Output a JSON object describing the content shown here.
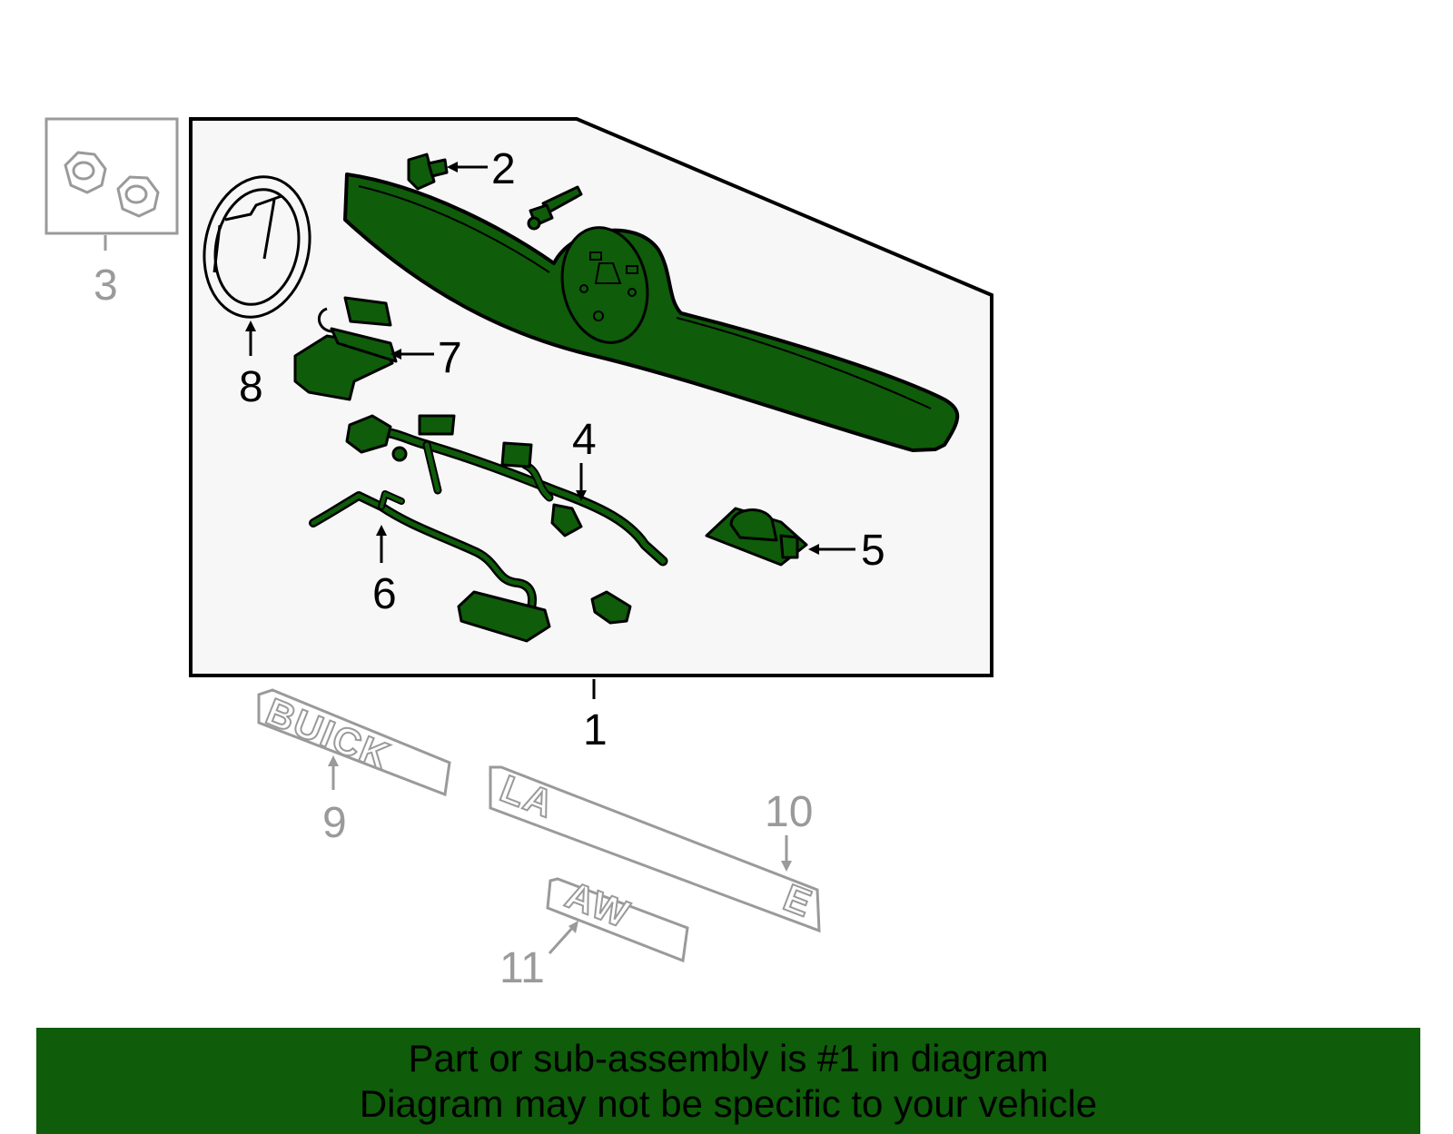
{
  "colors": {
    "part_fill": "#0f5c0a",
    "highlight_box_fill": "#f7f7f7",
    "greyed_parts": "#9a9a9a",
    "banner_bg": "#0f5c0a"
  },
  "callouts": {
    "c1": "1",
    "c2": "2",
    "c3": "3",
    "c4": "4",
    "c5": "5",
    "c6": "6",
    "c7": "7",
    "c8": "8",
    "c9": "9",
    "c10": "10",
    "c11": "11"
  },
  "emblems": {
    "buick": "BUICK",
    "la": "LA",
    "e": "E",
    "aw": "AW"
  },
  "banner": {
    "line1": "Part or sub-assembly is #1 in diagram",
    "line2": "Diagram may not be specific to your vehicle"
  }
}
